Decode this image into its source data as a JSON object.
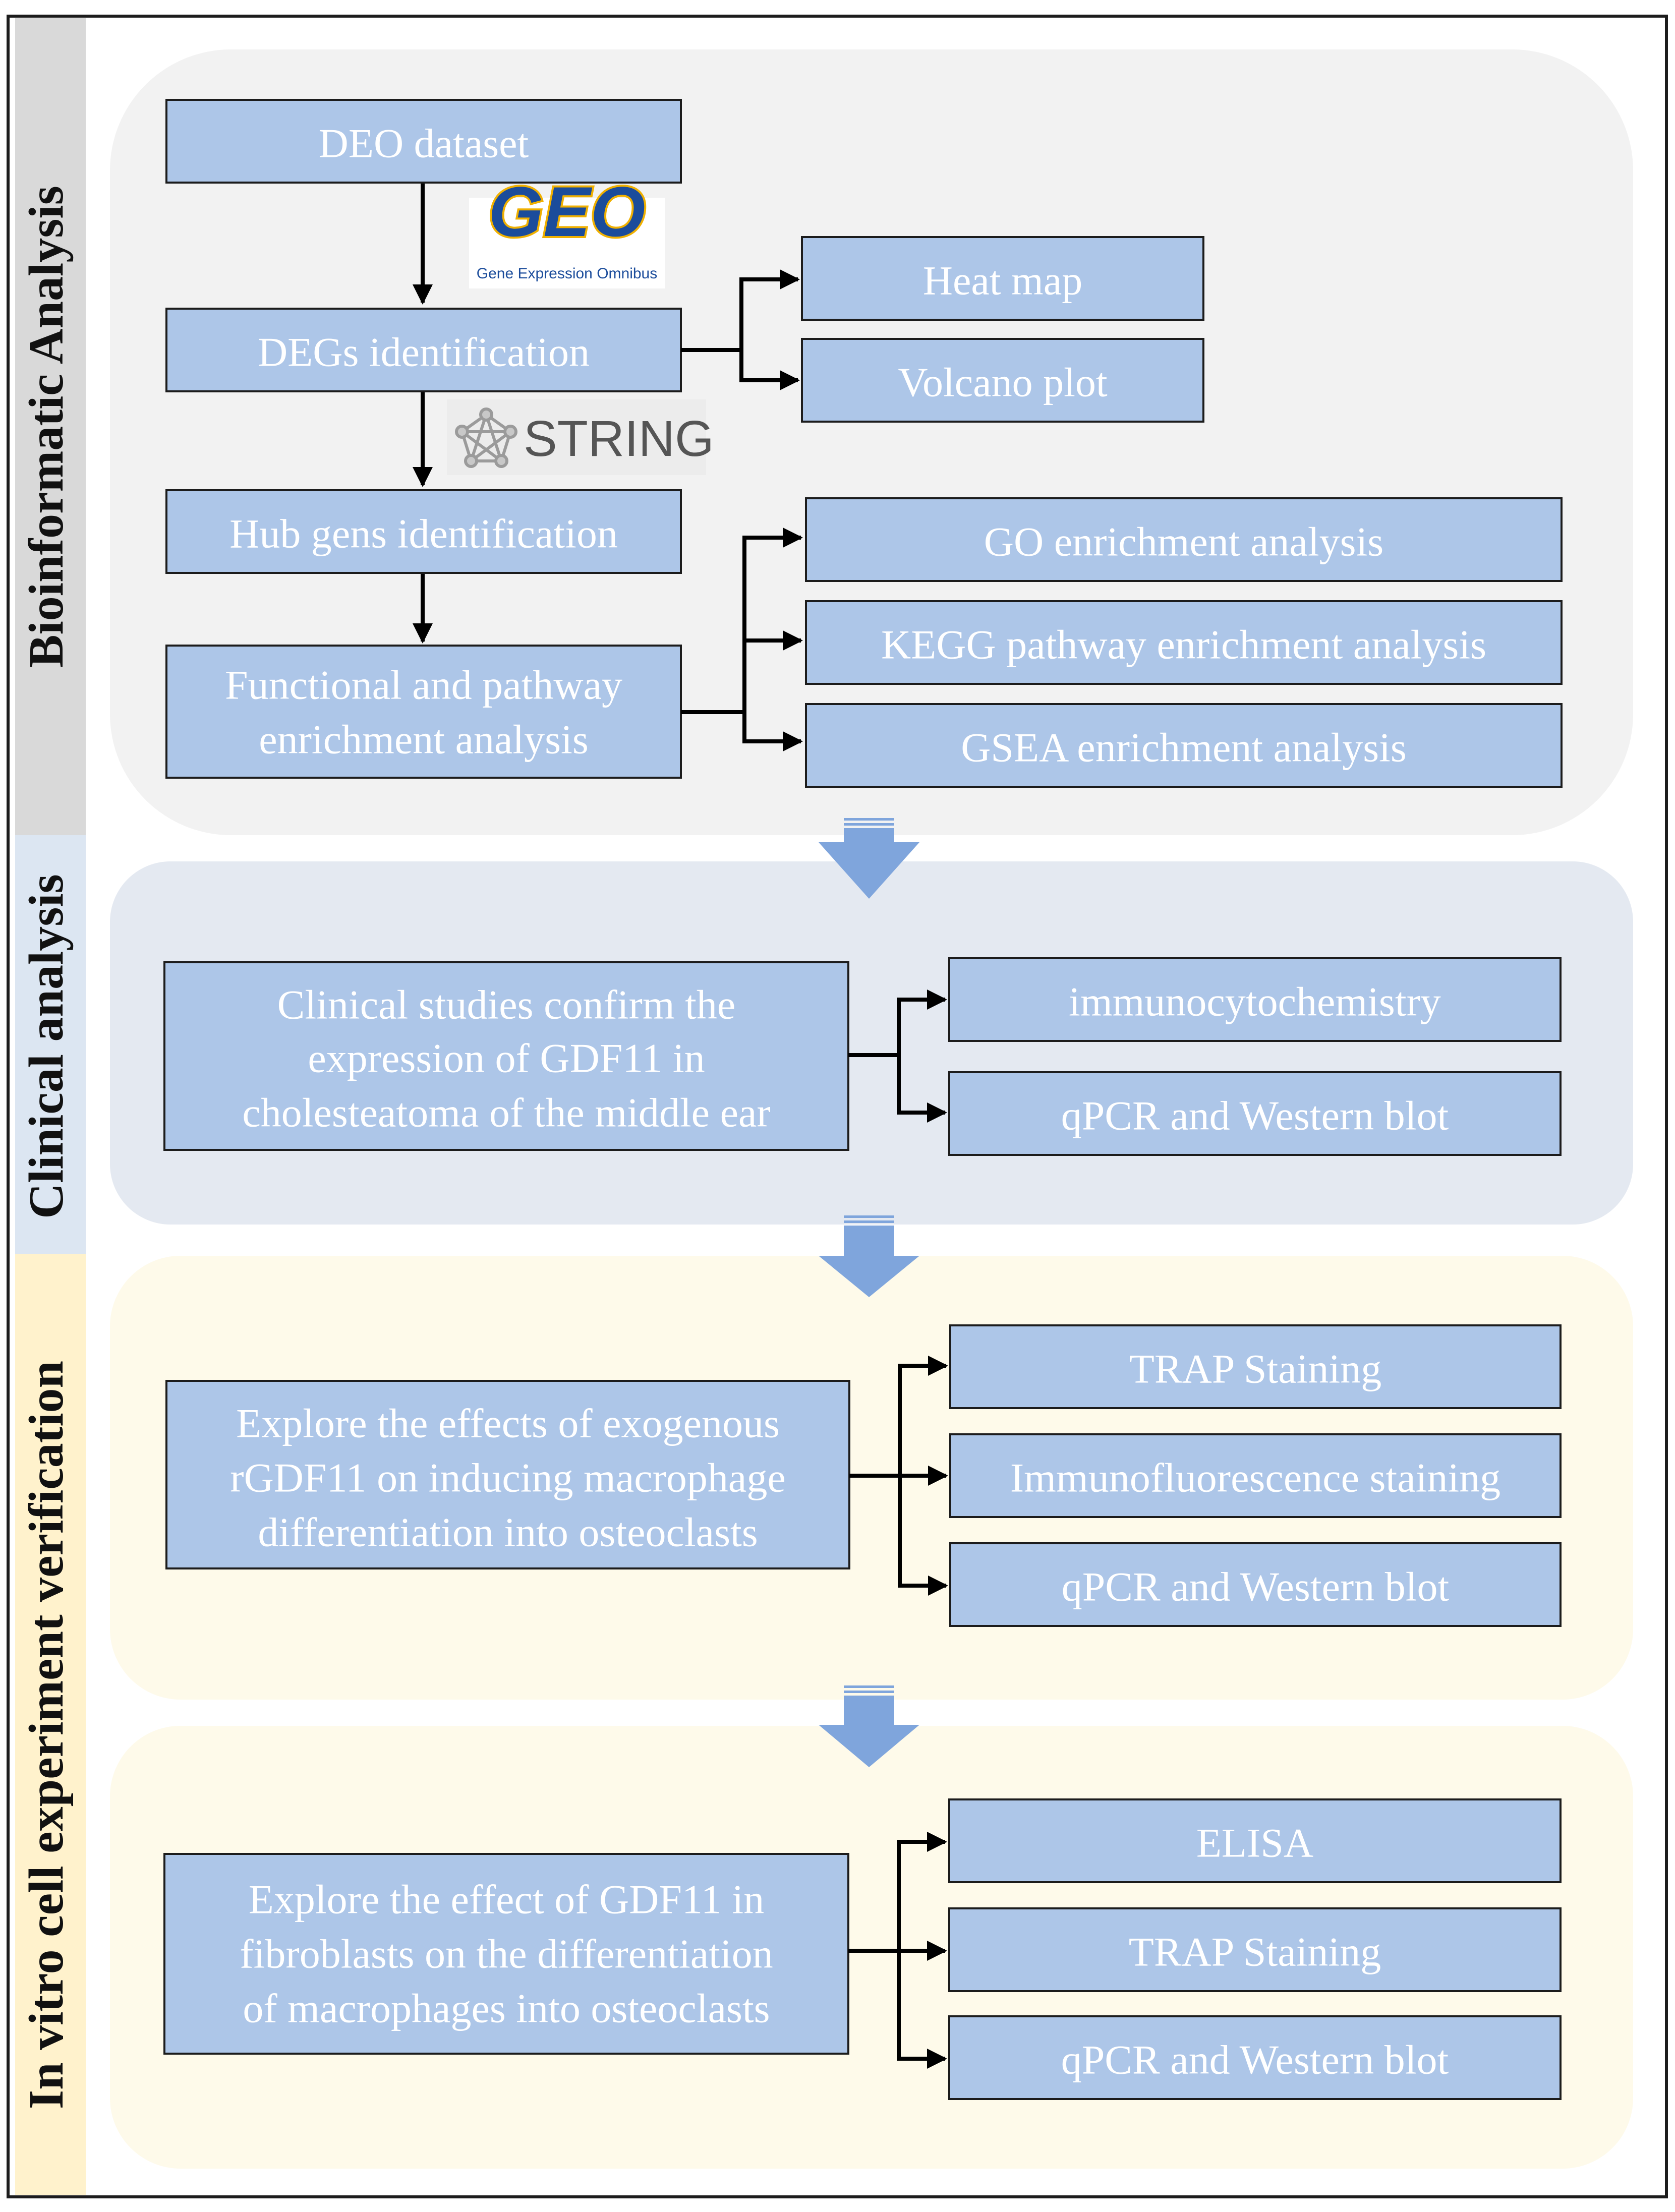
{
  "colors": {
    "box_fill": "#adc6e8",
    "band_bioinformatic": "#d9d9d9",
    "band_clinical": "#dce6f2",
    "band_invitro": "#fff2cc",
    "panel_bioinformatic": "#f2f2f2",
    "panel_clinical": "#e4e9f1",
    "panel_invitro": "#fefaea",
    "down_arrow": "#7fa5dc"
  },
  "sections": {
    "bioinformatic": "Bioinformatic Analysis",
    "clinical": "Clinical analysis",
    "invitro": "In vitro cell experiment verification"
  },
  "logos": {
    "geo": {
      "mark": "GEO",
      "tagline": "Gene Expression Omnibus"
    },
    "string": {
      "word": "STRING",
      "icon": "network-icon"
    }
  },
  "bio": {
    "deo": "DEO dataset",
    "degs": "DEGs identification",
    "hub": "Hub gens identification",
    "functional": [
      "Functional and pathway",
      "enrichment analysis"
    ],
    "heat_map": "Heat map",
    "volcano": "Volcano plot",
    "go": "GO enrichment analysis",
    "kegg": "KEGG pathway enrichment analysis",
    "gsea": "GSEA enrichment analysis"
  },
  "clinical": {
    "main": [
      "Clinical studies confirm the",
      "expression of GDF11 in",
      "cholesteatoma of the middle ear"
    ],
    "immuno": "immunocytochemistry",
    "qpcr": "qPCR and Western blot"
  },
  "invitro1": {
    "main": [
      "Explore the effects of exogenous",
      "rGDF11 on inducing macrophage",
      "differentiation into osteoclasts"
    ],
    "trap": "TRAP Staining",
    "if": "Immunofluorescence staining",
    "qpcr": "qPCR and Western blot"
  },
  "invitro2": {
    "main": [
      "Explore the effect of GDF11 in",
      "fibroblasts on the differentiation",
      "of macrophages into osteoclasts"
    ],
    "elisa": "ELISA",
    "trap": "TRAP Staining",
    "qpcr": "qPCR and Western blot"
  }
}
